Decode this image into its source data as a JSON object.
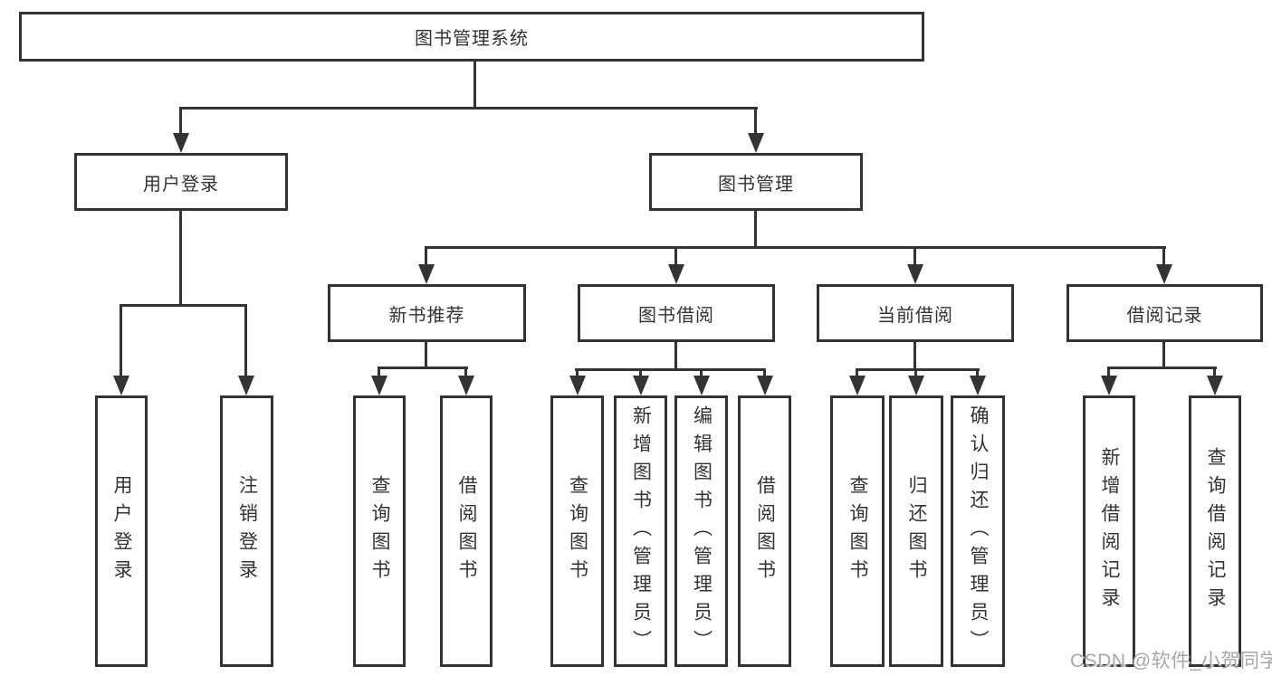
{
  "nodes": {
    "root": "图书管理系统",
    "user_login": "用户登录",
    "book_mgmt": "图书管理",
    "new_book": "新书推荐",
    "book_borrow": "图书借阅",
    "current_borrow": "当前借阅",
    "borrow_record": "借阅记录",
    "leaf_user_login": "用户登录",
    "leaf_logout": "注销登录",
    "leaf_nb_query": "查询图书",
    "leaf_nb_borrow": "借阅图书",
    "leaf_bb_query": "查询图书",
    "leaf_bb_add": "新增图书（管理员）",
    "leaf_bb_edit": "编辑图书（管理员）",
    "leaf_bb_borrow": "借阅图书",
    "leaf_cb_query": "查询图书",
    "leaf_cb_return": "归还图书",
    "leaf_cb_confirm": "确认归还（管理员）",
    "leaf_br_add": "新增借阅记录",
    "leaf_br_query": "查询借阅记录"
  },
  "watermark": "CSDN @软件_小贺同学",
  "colors": {
    "line": "#333333",
    "text": "#333333",
    "watermark": "#a6a6a6"
  }
}
